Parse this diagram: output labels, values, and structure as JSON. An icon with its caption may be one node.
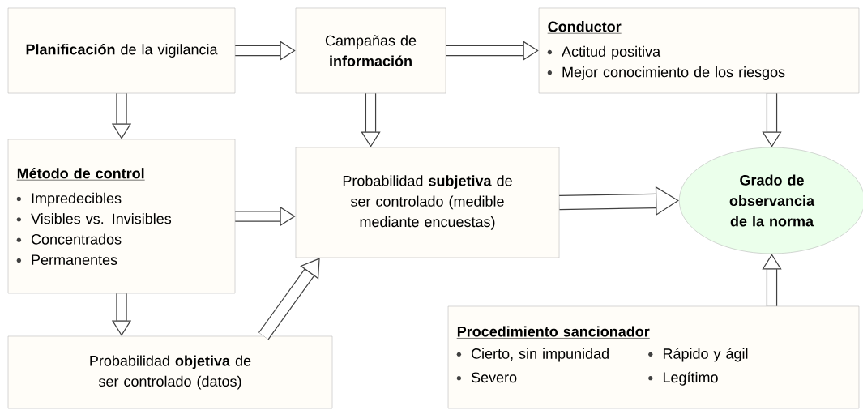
{
  "diagram": {
    "nodes": [
      {
        "text": [
          "**Planificación** de la vigilancia"
        ]
      },
      {
        "text": [
          "Campañas de **información**"
        ]
      },
      {
        "text": [
          "Conductor",
          "Actitud positiva",
          "Mejor conocimiento de los riesgos"
        ]
      },
      {
        "text": [
          "Método de control",
          "Impredecibles",
          "Visibles vs. Invisibles",
          "Concentrados",
          "Permanentes"
        ]
      },
      {
        "text": [
          "Probabilidad **subjetiva** de ser controlado (medible mediante encuestas)"
        ]
      },
      {
        "text": [
          "Grado de observancia de la norma"
        ]
      },
      {
        "text": [
          "Probabilidad **objetiva** de ser controlado (datos)"
        ]
      },
      {
        "text": [
          "Procedimiento sancionador",
          "Cierto, sin impunidad",
          "Rápido y ágil",
          "Severo",
          "Legítimo"
        ]
      }
    ],
    "edges": [
      {
        "from": 0,
        "to": 1,
        "arrow": "to"
      },
      {
        "from": 1,
        "to": 2,
        "arrow": "to"
      },
      {
        "from": 0,
        "to": 3,
        "arrow": "to"
      },
      {
        "from": 1,
        "to": 4,
        "arrow": "to"
      },
      {
        "from": 2,
        "to": 5,
        "arrow": "to"
      },
      {
        "from": 3,
        "to": 4,
        "arrow": "to"
      },
      {
        "from": 4,
        "to": 5,
        "arrow": "to"
      },
      {
        "from": 3,
        "to": 6,
        "arrow": "to"
      },
      {
        "from": 6,
        "to": 4,
        "arrow": "to"
      },
      {
        "from": 7,
        "to": 5,
        "arrow": "to"
      }
    ]
  }
}
